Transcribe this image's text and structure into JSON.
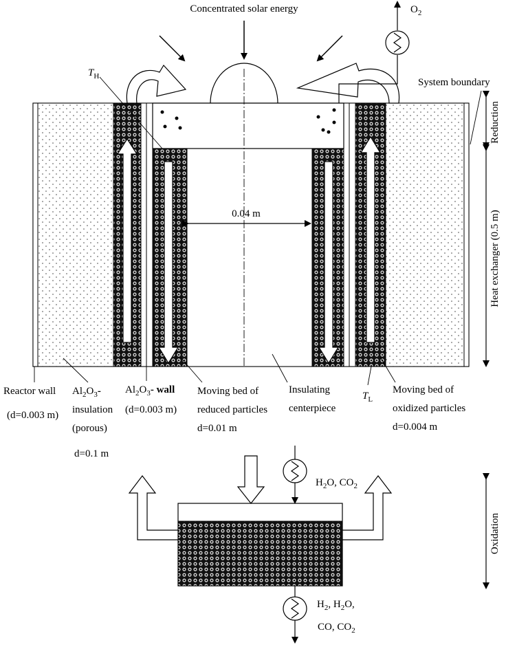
{
  "labels": {
    "solar": "Concentrated solar energy",
    "o2_main": "O",
    "o2_sub": "2",
    "th_main": "T",
    "th_sub": "H",
    "tl_main": "T",
    "tl_sub": "L",
    "system_boundary": "System boundary",
    "reduction": "Reduction",
    "heat_exchanger": "Heat exchanger (0.5 m)",
    "oxidation": "Oxidation",
    "width_dim": "0.04 m",
    "reactor_wall_1": "Reactor  wall",
    "reactor_wall_2": "(d=0.003 m)",
    "al2o3_ins_a": "Al",
    "al2o3_ins_b": "2",
    "al2o3_ins_c": "O",
    "al2o3_ins_d": "3",
    "al2o3_ins_e": "-",
    "al2o3_ins_2": "insulation",
    "al2o3_ins_3": "(porous)",
    "al2o3_ins_4": "d=0.1 m",
    "al2o3_wall_a": "Al",
    "al2o3_wall_b": "2",
    "al2o3_wall_c": "O",
    "al2o3_wall_d": "3",
    "al2o3_wall_e": "- wall",
    "al2o3_wall_2": "(d=0.003 m)",
    "moving_red_1": "Moving bed of",
    "moving_red_2": "reduced particles",
    "moving_red_3": "d=0.01 m",
    "insul_1": "Insulating",
    "insul_2": "centerpiece",
    "moving_ox_1": "Moving bed of",
    "moving_ox_2": "oxidized particles",
    "moving_ox_3": "d=0.004 m",
    "in_a": "H",
    "in_b": "2",
    "in_c": "O, CO",
    "in_d": "2",
    "out1_a": "H",
    "out1_b": "2",
    "out1_c": ", H",
    "out1_d": "2",
    "out1_e": "O,",
    "out2_a": "CO, CO",
    "out2_b": "2"
  },
  "colors": {
    "line": "#000000",
    "background": "#ffffff",
    "particle_bed": "#111111"
  }
}
